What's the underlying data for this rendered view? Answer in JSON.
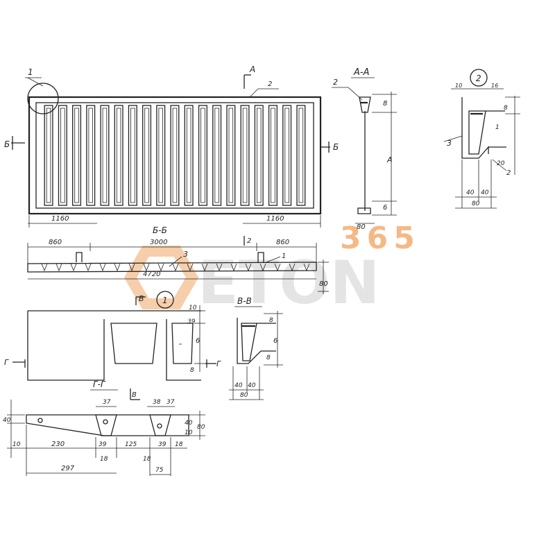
{
  "plan": {
    "callout_1": "1",
    "callout_2": "2",
    "cut_a": "A",
    "cut_b_left": "Б",
    "cut_b_right": "Б",
    "dim_left": "1160",
    "dim_right": "1160",
    "slot_count": 19
  },
  "section_aa": {
    "title": "А-А",
    "callout_2": "2",
    "dim_8": "8",
    "dim_A": "А",
    "dim_6": "6",
    "dim_80": "80"
  },
  "detail_2": {
    "circle": "2",
    "dim_10": "10",
    "dim_16": "16",
    "dim_8": "8",
    "dim_1": "1",
    "dim_20": "20",
    "dim_40a": "40",
    "dim_40b": "40",
    "dim_80": "80",
    "callout_3": "3",
    "callout_2": "2"
  },
  "section_bb": {
    "title": "Б-Б",
    "dim_860_left": "860",
    "dim_3000": "3000",
    "dim_860_right": "860",
    "dim_4720": "4720",
    "dim_80": "80",
    "callout_3": "3",
    "callout_1": "1",
    "cut_2": "2"
  },
  "detail_1": {
    "circle": "1",
    "cut_v": "В",
    "cut_g_left": "Г",
    "cut_g_right": "Г",
    "dim_10": "10",
    "dim_39": "39",
    "dim_6": "6",
    "dim_8": "8"
  },
  "section_vv": {
    "title": "В-В",
    "dim_8_top": "8",
    "dim_6": "6",
    "dim_8_bottom": "8",
    "dim_40a": "40",
    "dim_40b": "40",
    "dim_80": "80"
  },
  "section_gg": {
    "title": "Г-Г",
    "cut_v": "В",
    "dim_40": "40",
    "dim_10": "10",
    "dim_230": "230",
    "dim_39a": "39",
    "dim_18a": "18",
    "dim_297": "297",
    "dim_37a": "37",
    "dim_38": "38",
    "dim_37b": "37",
    "dim_125": "125",
    "dim_18b": "18",
    "dim_39b": "39",
    "dim_18c": "18",
    "dim_75": "75",
    "dim_40r": "40",
    "dim_10r": "10",
    "dim_80r": "80"
  },
  "watermark": {
    "number": "365",
    "brand": "ETON"
  },
  "colors": {
    "ink": "#222222",
    "watermark_orange": "#f4b27a",
    "watermark_gray": "#c8c8c8"
  }
}
